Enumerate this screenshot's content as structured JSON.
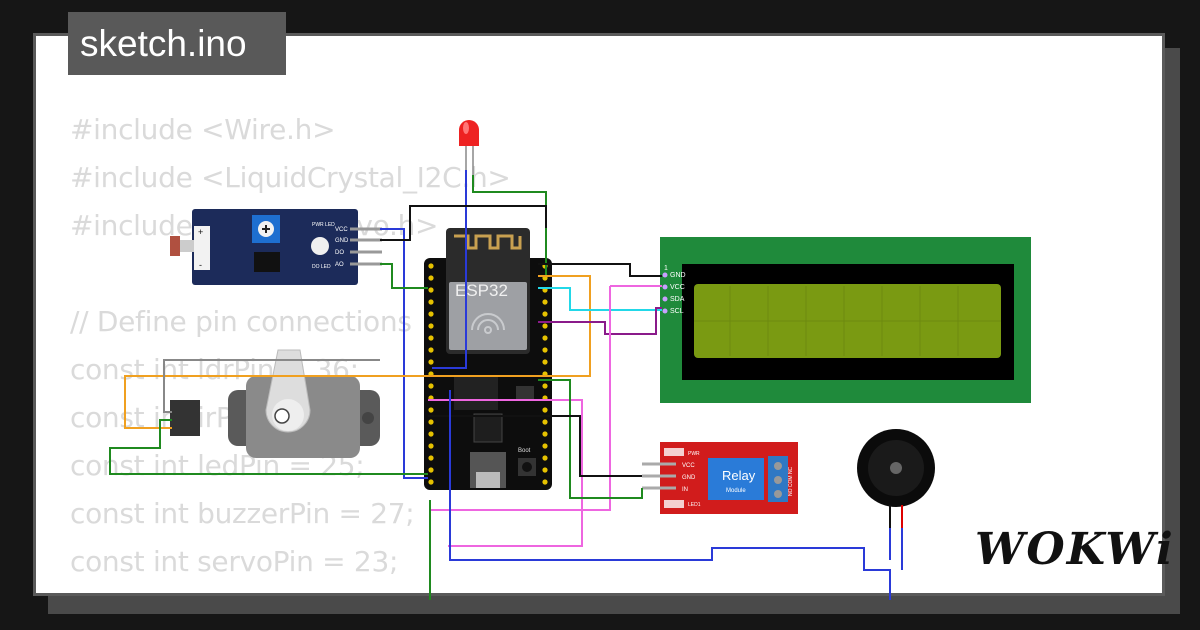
{
  "header": {
    "title": "sketch.ino"
  },
  "code": {
    "lines": [
      "#include <Wire.h>",
      "#include <LiquidCrystal_I2C.h>",
      "#include <ESP32Servo.h>",
      "",
      "// Define pin connections",
      "const int ldrPin = 36;",
      "const int irPin = 26;",
      "const int ledPin = 25;",
      "const int buzzerPin = 27;",
      "const int servoPin = 23;"
    ]
  },
  "board": {
    "label": "ESP32",
    "boot_label": "Boot"
  },
  "ldr_module": {
    "pin_labels": [
      "VCC",
      "GND",
      "DO",
      "AO"
    ],
    "pwr_led": "PWR LED",
    "do_led": "DO LED",
    "plus": "+",
    "minus": "-"
  },
  "lcd": {
    "pin_labels": [
      "GND",
      "VCC",
      "SDA",
      "SCL"
    ],
    "marker": "1"
  },
  "relay": {
    "title": "Relay",
    "subtitle": "Module",
    "pwr": "PWR",
    "led1": "LED1",
    "pin_labels": [
      "VCC",
      "GND",
      "IN"
    ],
    "terminals": "NO COM NC"
  },
  "brand": {
    "logo": "WOKWi"
  },
  "colors": {
    "background": "#161616",
    "card": "#ffffff",
    "lcd_green": "#1f8a3b",
    "lcd_screen": "#7a9a12",
    "relay_red": "#d11c1c",
    "module_blue": "#1c2b5a"
  }
}
